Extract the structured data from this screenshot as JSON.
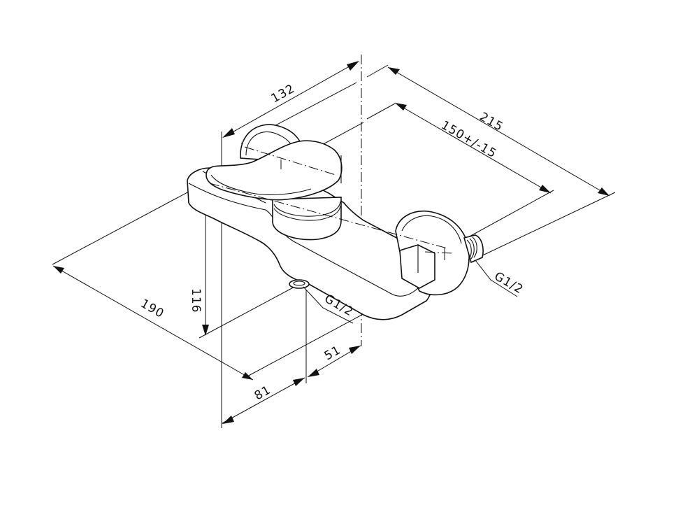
{
  "drawing": {
    "subject": "wall-mounted single-lever mixer, isometric view",
    "dimensions": {
      "overall_depth": "132",
      "overall_length": "215",
      "inlet_spacing": "150+/-15",
      "height": "116",
      "width": "190",
      "offset_left": "81",
      "offset_right": "51"
    },
    "thread_labels": {
      "outlet": "G1/2",
      "inlet": "G1/2"
    }
  }
}
